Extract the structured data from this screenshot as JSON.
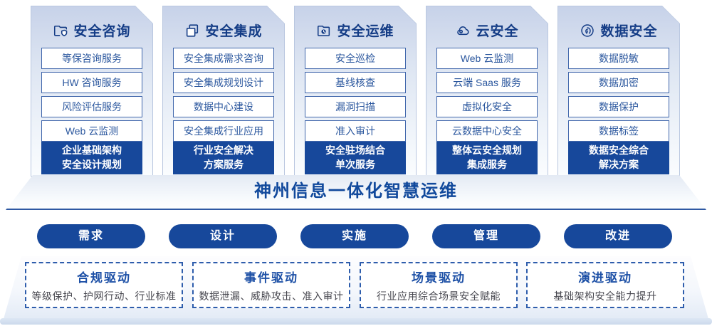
{
  "colors": {
    "primary_blue": "#17489B",
    "title_navy": "#143C86",
    "item_border": "#4066AB",
    "item_text": "#2B579E",
    "banner_text": "#11499C",
    "dashed_border": "#2E5DAC",
    "driver_desc_text": "#47474F"
  },
  "columns": [
    {
      "icon": "folder-shield-icon",
      "title": "安全咨询",
      "items": [
        "等保咨询服务",
        "HW 咨询服务",
        "风险评估服务",
        "Web 云监测"
      ],
      "highlight": {
        "line1": "企业基础架构",
        "line2": "安全设计规划"
      }
    },
    {
      "icon": "documents-copy-icon",
      "title": "安全集成",
      "items": [
        "安全集成需求咨询",
        "安全集成规划设计",
        "数据中心建设",
        "安全集成行业应用"
      ],
      "highlight": {
        "line1": "行业安全解决",
        "line2": "方案服务"
      }
    },
    {
      "icon": "folder-clock-icon",
      "title": "安全运维",
      "items": [
        "安全巡检",
        "基线核查",
        "漏洞扫描",
        "准入审计"
      ],
      "highlight": {
        "line1": "安全驻场结合",
        "line2": "单次服务"
      }
    },
    {
      "icon": "cloud-icon",
      "title": "云安全",
      "items": [
        "Web 云监测",
        "云端 Saas 服务",
        "虚拟化安全",
        "云数据中心安全"
      ],
      "highlight": {
        "line1": "整体云安全规划",
        "line2": "集成服务"
      }
    },
    {
      "icon": "fingerprint-icon",
      "title": "数据安全",
      "items": [
        "数据脱敏",
        "数据加密",
        "数据保护",
        "数据标签"
      ],
      "highlight": {
        "line1": "数据安全综合",
        "line2": "解决方案"
      }
    }
  ],
  "banner": {
    "title": "神州信息一体化智慧运维"
  },
  "process": [
    "需求",
    "设计",
    "实施",
    "管理",
    "改进"
  ],
  "drivers": [
    {
      "title": "合规驱动",
      "description": "等级保护、护网行动、行业标准"
    },
    {
      "title": "事件驱动",
      "description": "数据泄漏、威胁攻击、准入审计"
    },
    {
      "title": "场景驱动",
      "description": "行业应用综合场景安全赋能"
    },
    {
      "title": "演进驱动",
      "description": "基础架构安全能力提升"
    }
  ]
}
